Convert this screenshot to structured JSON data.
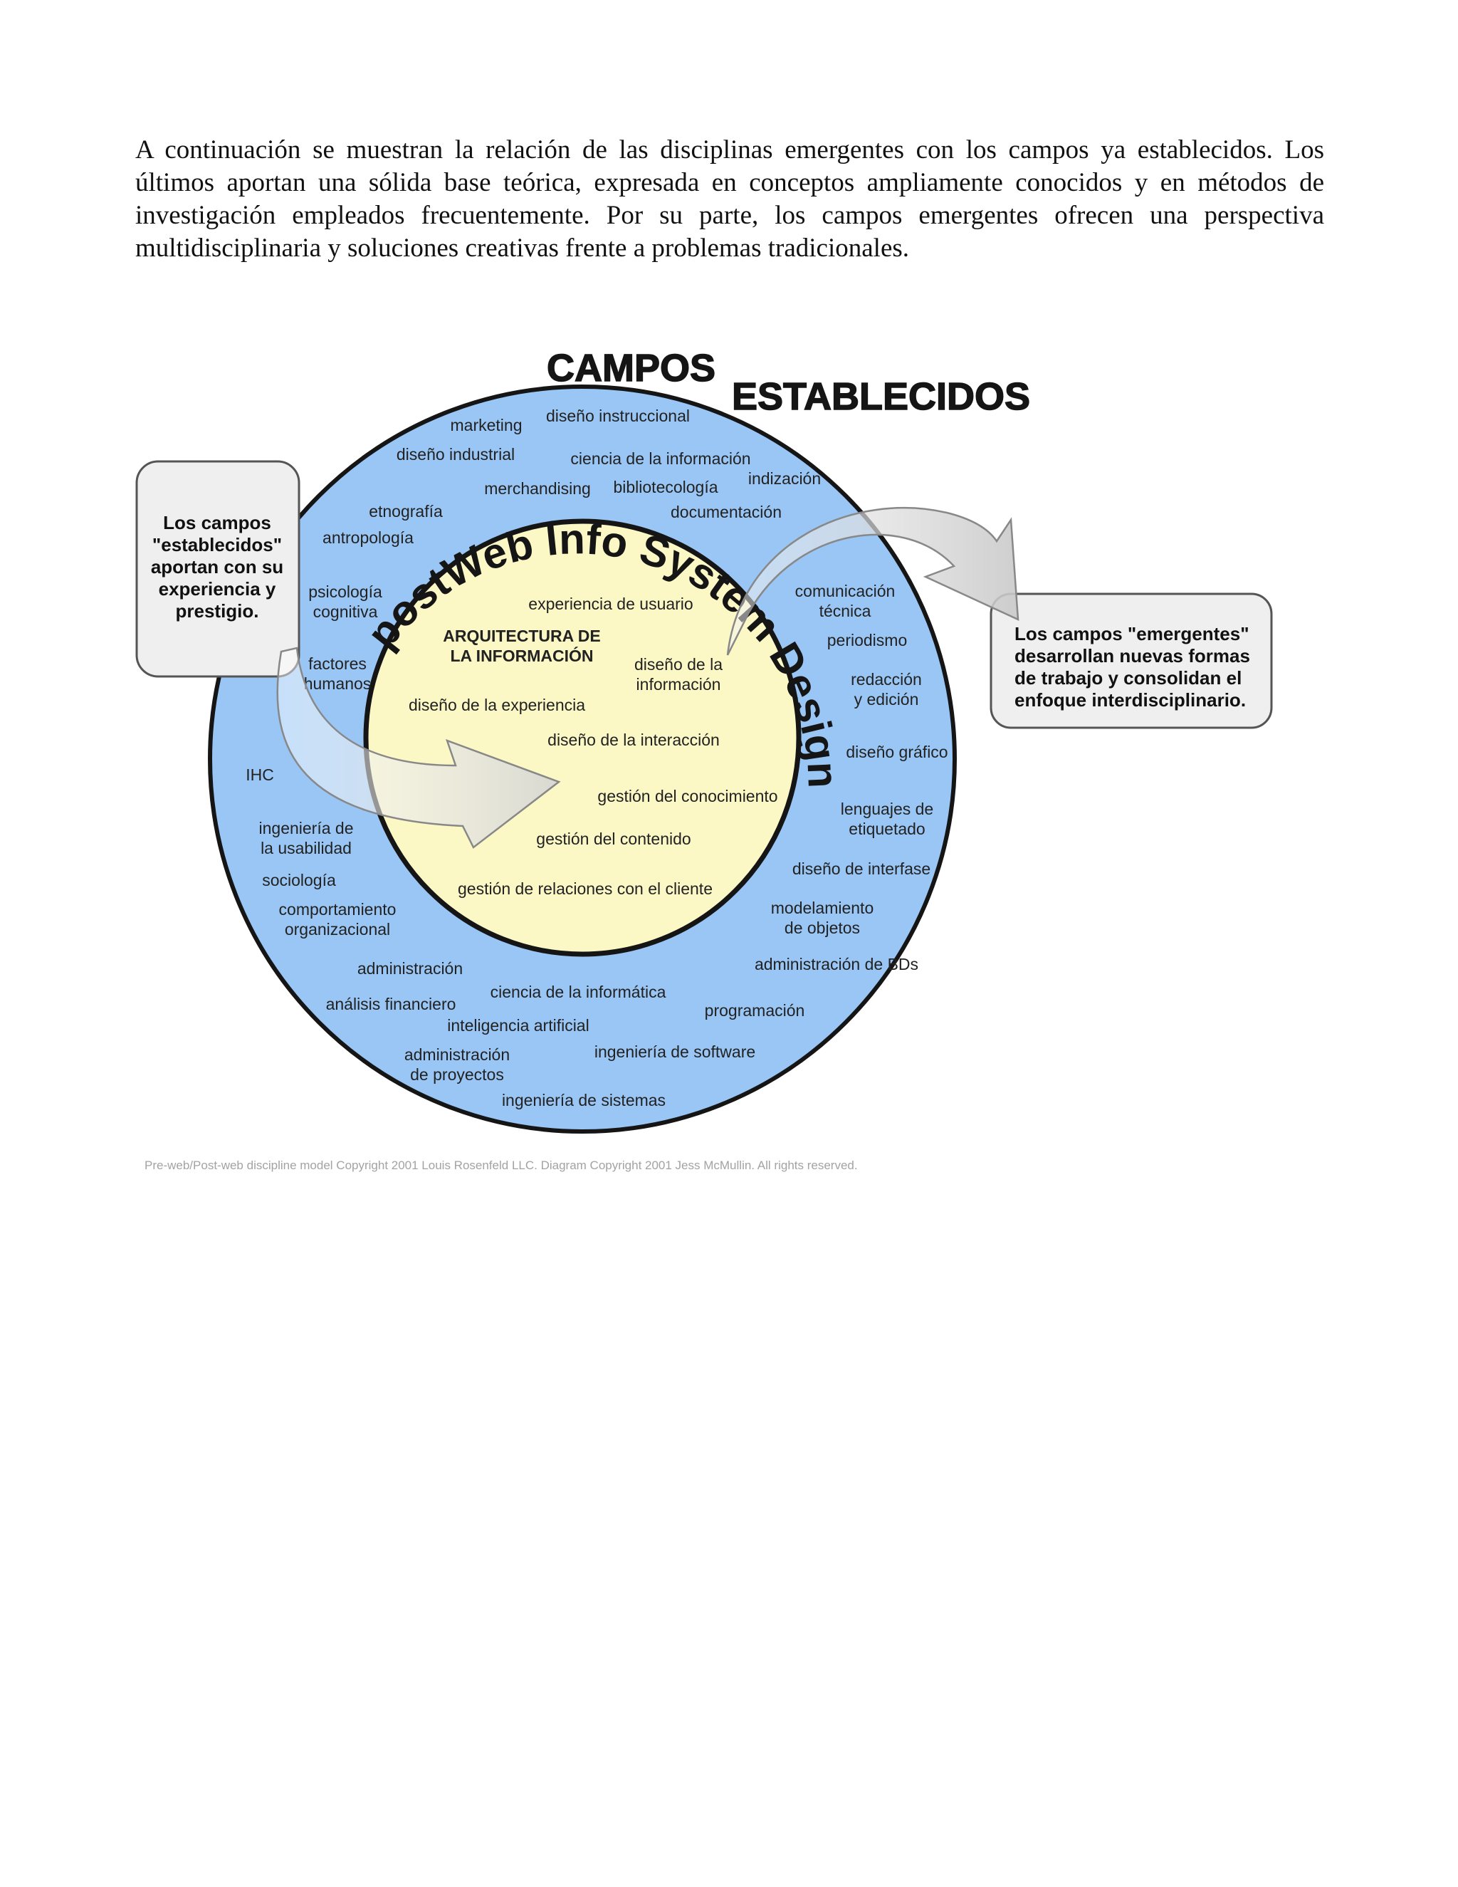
{
  "intro_paragraph": "A continuación se muestran la relación de las disciplinas emergentes con los campos ya establecidos. Los últimos aportan una sólida base teórica, expresada en conceptos ampliamente conocidos y en métodos de investigación empleados frecuentemente. Por su parte, los campos emergentes ofrecen una perspectiva multidisciplinaria y soluciones creativas frente a problemas tradicionales.",
  "diagram": {
    "title_line1": "CAMPOS",
    "title_line2": "ESTABLECIDOS",
    "arc_title": "postWeb Info System Design",
    "inner_heading": [
      "ARQUITECTURA DE",
      "LA INFORMACIÓN"
    ],
    "left_callout": [
      "Los campos",
      "\"establecidos\"",
      "aportan con su",
      "experiencia y",
      "prestigio."
    ],
    "right_callout": [
      "Los campos \"emergentes\"",
      "desarrollan nuevas formas",
      "de trabajo y consolidan el",
      "enfoque interdisciplinario."
    ],
    "established_fields": [
      [
        "marketing"
      ],
      [
        "diseño instruccional"
      ],
      [
        "diseño industrial"
      ],
      [
        "ciencia de la información"
      ],
      [
        "merchandising"
      ],
      [
        "bibliotecología"
      ],
      [
        "indización"
      ],
      [
        "etnografía"
      ],
      [
        "documentación"
      ],
      [
        "antropología"
      ],
      [
        "psicología",
        "cognitiva"
      ],
      [
        "comunicación",
        "técnica"
      ],
      [
        "periodismo"
      ],
      [
        "factores",
        "humanos"
      ],
      [
        "redacción",
        "y edición"
      ],
      [
        "diseño gráfico"
      ],
      [
        "IHC"
      ],
      [
        "lenguajes de",
        "etiquetado"
      ],
      [
        "ingeniería de",
        "la usabilidad"
      ],
      [
        "diseño de interfase"
      ],
      [
        "sociología"
      ],
      [
        "comportamiento",
        "organizacional"
      ],
      [
        "modelamiento",
        "de objetos"
      ],
      [
        "administración de BDs"
      ],
      [
        "administración"
      ],
      [
        "análisis financiero"
      ],
      [
        "ciencia de la informática"
      ],
      [
        "programación"
      ],
      [
        "inteligencia artificial"
      ],
      [
        "administración",
        "de proyectos"
      ],
      [
        "ingeniería de software"
      ],
      [
        "ingeniería de sistemas"
      ]
    ],
    "emerging_fields": [
      [
        "experiencia de usuario"
      ],
      [
        "diseño de la",
        "información"
      ],
      [
        "diseño de la experiencia"
      ],
      [
        "diseño de la interacción"
      ],
      [
        "gestión del conocimiento"
      ],
      [
        "gestión del contenido"
      ],
      [
        "gestión de relaciones con el cliente"
      ]
    ],
    "copyright": "Pre-web/Post-web discipline model Copyright 2001 Louis Rosenfeld LLC. Diagram Copyright 2001 Jess McMullin. All rights reserved.",
    "colors": {
      "outer_ring": "#99c6f5",
      "inner_circle": "#fbf8c6",
      "outline": "#151515",
      "callout_fill": "#efefef",
      "callout_stroke": "#555555"
    }
  }
}
